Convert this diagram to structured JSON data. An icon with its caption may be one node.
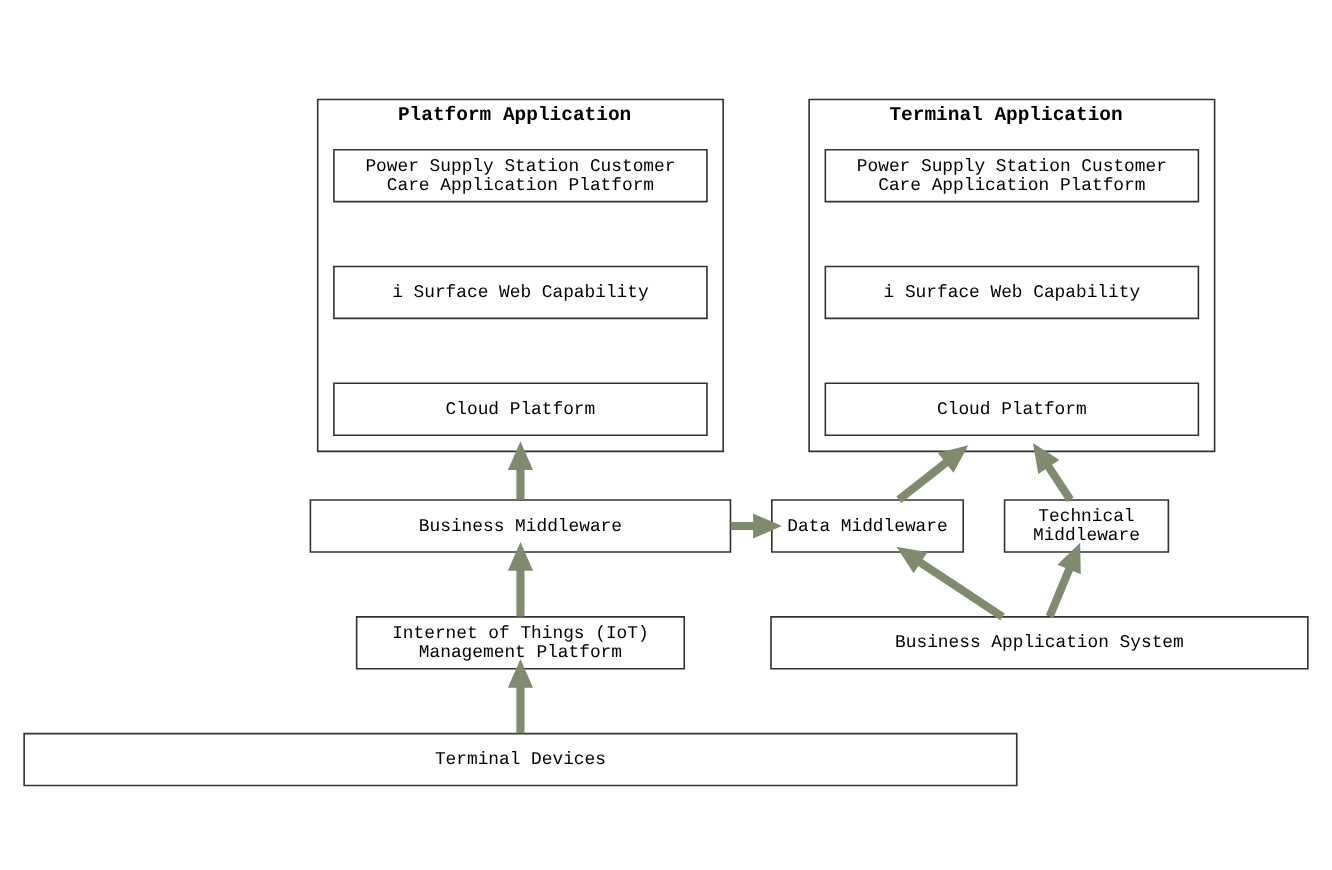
{
  "diagram": {
    "nodes": [
      {
        "text": [
          "Platform Application"
        ]
      },
      {
        "text": [
          "Power Supply Station Customer Care Application Platform"
        ],
        "in": 0
      },
      {
        "text": [
          "i Surface Web Capability"
        ],
        "in": 0
      },
      {
        "text": [
          "Cloud Platform"
        ],
        "in": 0
      },
      {
        "text": [
          "Terminal Application"
        ]
      },
      {
        "text": [
          "Power Supply Station Customer Care Application Platform"
        ],
        "in": 4
      },
      {
        "text": [
          "i Surface Web Capability"
        ],
        "in": 4
      },
      {
        "text": [
          "Cloud Platform"
        ],
        "in": 4
      },
      {
        "text": [
          "Business Middleware"
        ]
      },
      {
        "text": [
          "Data Middleware"
        ]
      },
      {
        "text": [
          "Technical Middleware"
        ]
      },
      {
        "text": [
          "Internet of Things (IoT) Management Platform"
        ]
      },
      {
        "text": [
          "Business Application System"
        ]
      },
      {
        "text": [
          "Terminal Devices"
        ]
      }
    ],
    "edges": [
      {
        "from": 8,
        "to": 0,
        "arrow": "to"
      },
      {
        "from": 8,
        "to": 9,
        "arrow": "to"
      },
      {
        "from": 9,
        "to": 4,
        "arrow": "to"
      },
      {
        "from": 10,
        "to": 4,
        "arrow": "to"
      },
      {
        "from": 11,
        "to": 8,
        "arrow": "to"
      },
      {
        "from": 12,
        "to": 9,
        "arrow": "to"
      },
      {
        "from": 12,
        "to": 10,
        "arrow": "to"
      },
      {
        "from": 13,
        "to": 11,
        "arrow": "to"
      }
    ]
  }
}
